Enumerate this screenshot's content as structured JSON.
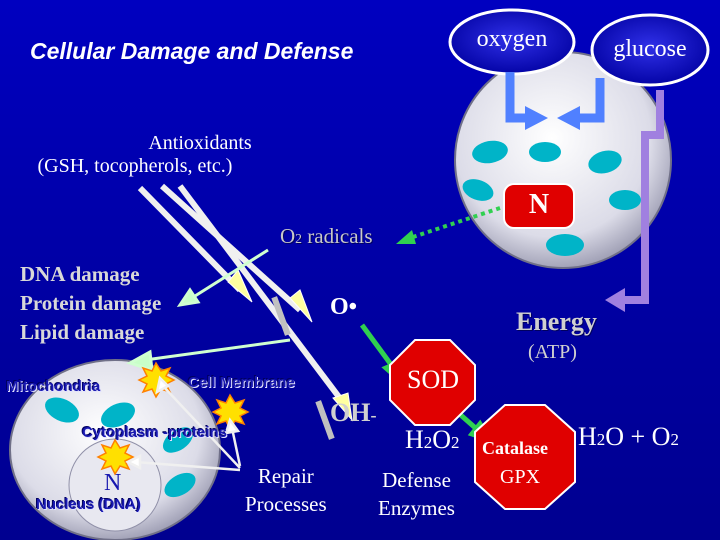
{
  "title": "Cellular Damage and Defense",
  "inputs": {
    "oxygen": "oxygen",
    "glucose": "glucose"
  },
  "antioxidants": {
    "line1": "Antioxidants",
    "line2": "(GSH, tocopherols, etc.)"
  },
  "nucleus_right": "N",
  "o2_radicals": {
    "prefix": "O",
    "sub": "2",
    "suffix": " radicals"
  },
  "damage": {
    "dna": "DNA damage",
    "protein": "Protein damage",
    "lipid": "Lipid damage"
  },
  "o_radical": "O•",
  "energy": {
    "label": "Energy",
    "atp": "(ATP)"
  },
  "sod": "SOD",
  "hydroxyl": {
    "base": "OH",
    "charge": "-"
  },
  "peroxide": {
    "h": "H",
    "sub1": "2",
    "o": "O",
    "sub2": "2"
  },
  "catalase": "Catalase",
  "water_oxygen": {
    "h": "H",
    "sub1": "2",
    "o": "O + O",
    "sub2": "2"
  },
  "gpx": "GPX",
  "defense": {
    "line1": "Defense",
    "line2": "Enzymes"
  },
  "repair": {
    "line1": "Repair",
    "line2": "Processes"
  },
  "cell_labels": {
    "mitochondria": "Mitochondria",
    "membrane": "Cell Membrane",
    "cytoplasm": "Cytoplasm -proteins",
    "nucleus_left": "N",
    "nucleus_dna": "Nucleus (DNA)"
  },
  "colors": {
    "background": "#0000a8",
    "mito": "#00b4c8",
    "cell": "#e8e8f0",
    "stop_sign": "#e00000",
    "green_arrow": "#30d050",
    "purple_arrow": "#a080e0",
    "blue_arrow": "#5080ff"
  }
}
